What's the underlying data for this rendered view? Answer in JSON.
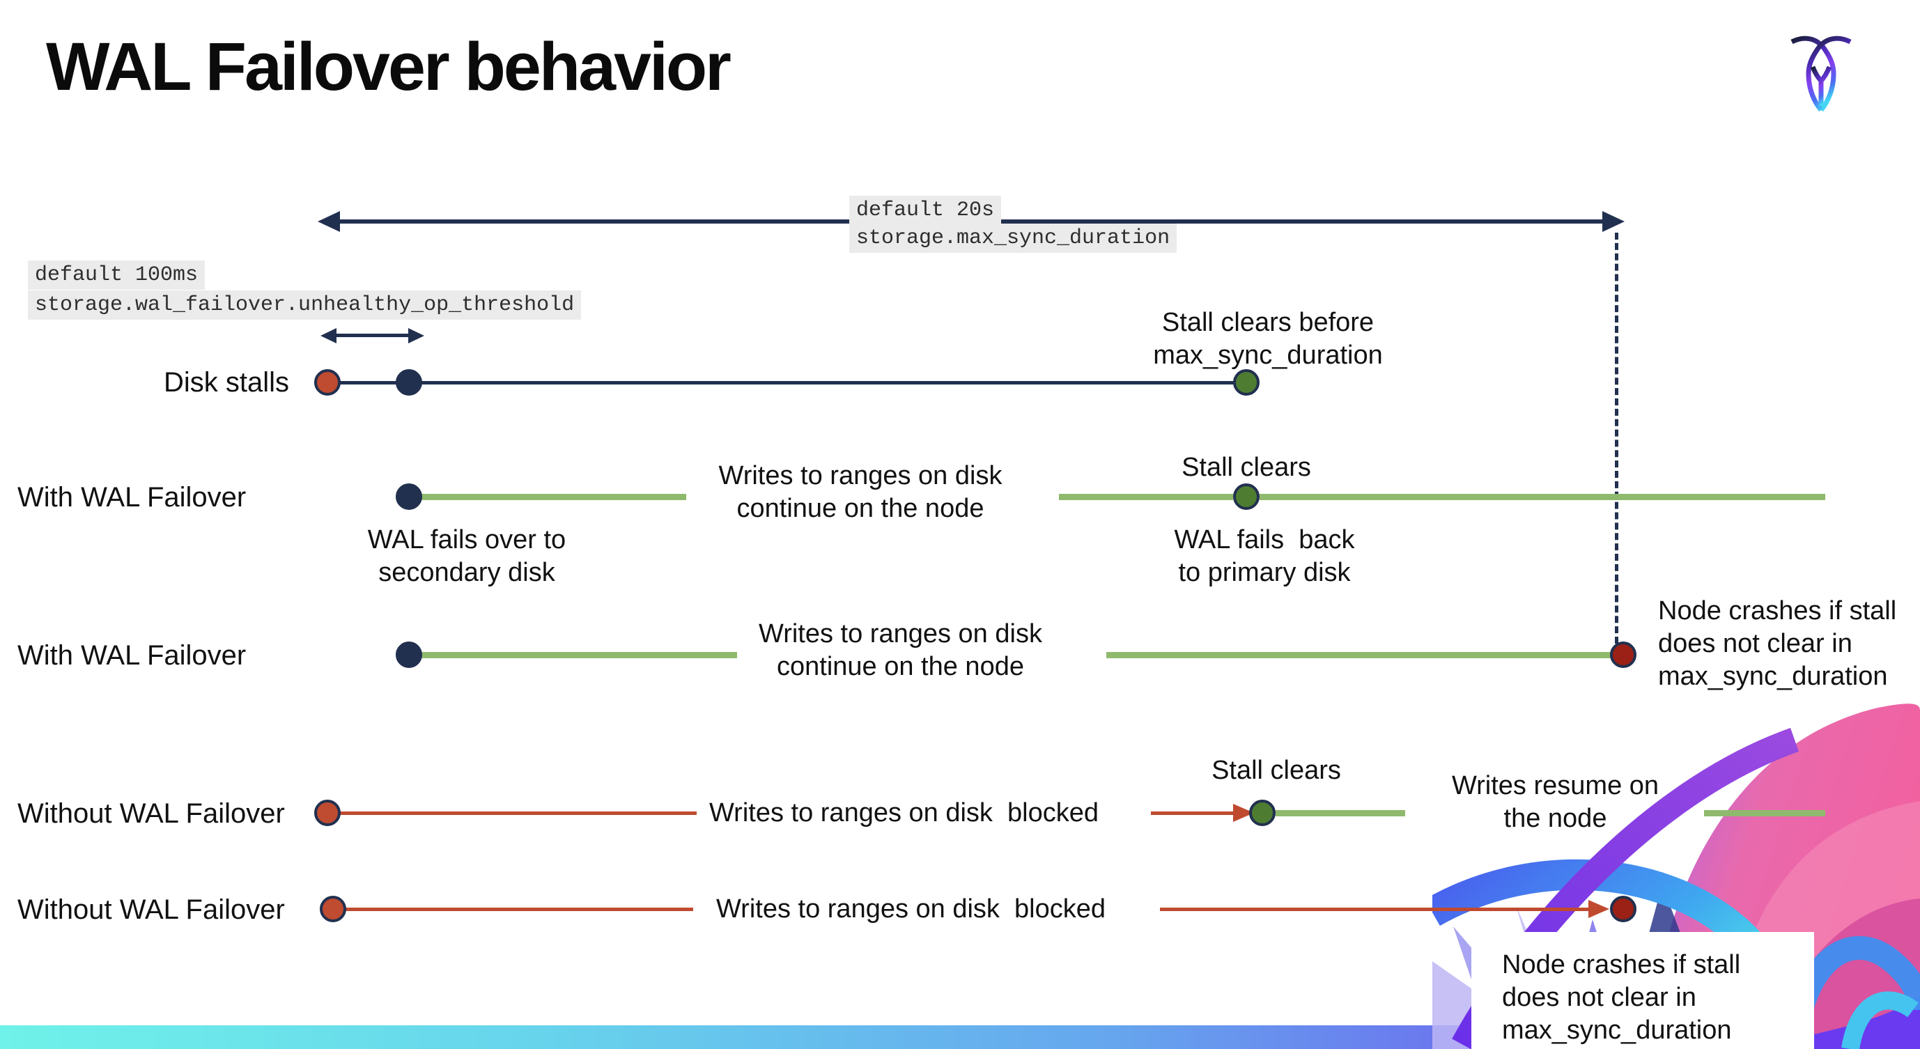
{
  "header": {
    "title": "WAL Failover behavior",
    "logo": "cockroachdb-logo"
  },
  "annotations": {
    "max_sync": {
      "default_value": "default 20s",
      "setting_name": "storage.max_sync_duration"
    },
    "threshold": {
      "default_value": "default 100ms",
      "setting_name": "storage.wal_failover.unhealthy_op_threshold"
    }
  },
  "rows": [
    {
      "label": "Disk stalls",
      "stall_note": "Stall clears before\nmax_sync_duration"
    },
    {
      "label": "With WAL Failover",
      "failover_note": "WAL fails over to\nsecondary disk",
      "writes_note": "Writes to ranges on disk\ncontinue on the node",
      "stall_note": "Stall clears",
      "failback_note": "WAL fails  back\nto primary disk"
    },
    {
      "label": "With WAL Failover",
      "writes_note": "Writes to ranges on disk\ncontinue on the node",
      "crash_note": "Node crashes if stall\ndoes not clear in\nmax_sync_duration"
    },
    {
      "label": "Without WAL Failover",
      "writes_note": "Writes to ranges on disk  blocked",
      "stall_note": "Stall clears",
      "resume_note": "Writes resume on\nthe node"
    },
    {
      "label": "Without WAL Failover",
      "writes_note": "Writes to ranges on disk  blocked",
      "crash_note": "Node crashes if stall\ndoes not clear in\nmax_sync_duration"
    }
  ],
  "colors": {
    "navy": "#22304F",
    "green_line": "#8FBA6D",
    "green_dot": "#4E7D32",
    "red_line": "#C04A2F",
    "red_orange_dot": "#BF4B30",
    "dark_red_dot": "#9B2015",
    "code_background": "#EBEBEB",
    "footer_gradient": [
      "#6FF2E9",
      "#66A6EE",
      "#6D55EE"
    ]
  }
}
